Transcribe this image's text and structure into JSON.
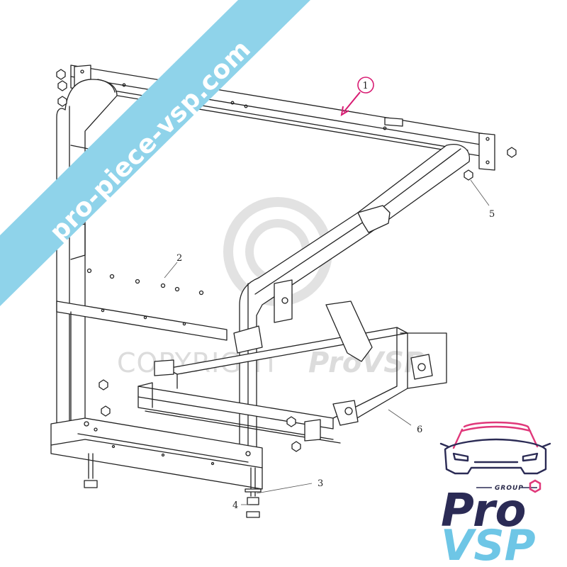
{
  "watermark": {
    "copyright_text": "COPYRIGHT",
    "brand_text": "ProVSP"
  },
  "banner": {
    "text": "pro-piece-vsp.com",
    "color": "#8fd3ea"
  },
  "callouts": [
    {
      "id": "1",
      "label": "1",
      "highlighted": true,
      "color": "#d81b72"
    },
    {
      "id": "2",
      "label": "2"
    },
    {
      "id": "3",
      "label": "3"
    },
    {
      "id": "4",
      "label": "4"
    },
    {
      "id": "5",
      "label": "5"
    },
    {
      "id": "6",
      "label": "6"
    }
  ],
  "logo": {
    "group_label": "GROUP",
    "pro": "Pro",
    "vsp": "VSP",
    "dark_color": "#2b2b55",
    "light_color": "#6ec6e6",
    "accent_color": "#e0387a"
  }
}
